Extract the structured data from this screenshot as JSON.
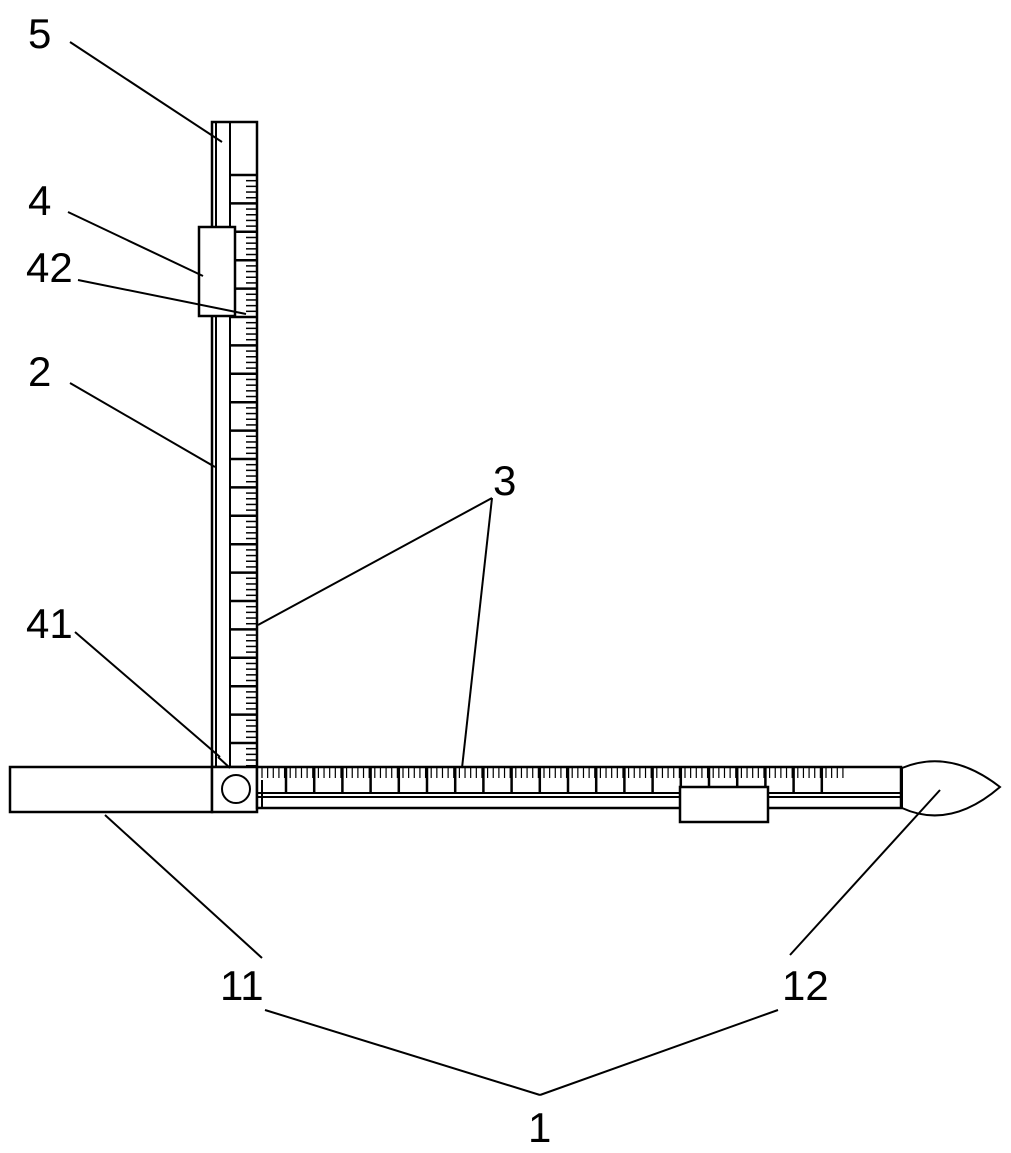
{
  "labels": {
    "part_5": "5",
    "part_4": "4",
    "part_42": "42",
    "part_2": "2",
    "part_3": "3",
    "part_41": "41",
    "part_11": "11",
    "part_12": "12",
    "part_1": "1"
  },
  "colors": {
    "ink": "#000000",
    "background": "#ffffff"
  }
}
